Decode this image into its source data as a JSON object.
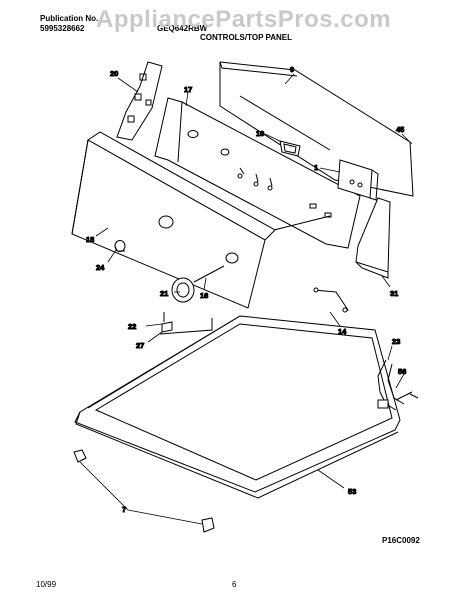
{
  "header": {
    "publication_label": "Publication No.",
    "publication_number": "5995328662",
    "model": "GEQ642RBW",
    "section_title": "CONTROLS/TOP PANEL"
  },
  "watermark": "AppliancePartsPros.com",
  "diagram_code": "P16C0092",
  "footer": {
    "date": "10/99",
    "page": "6"
  },
  "parts": {
    "p1": "1",
    "p7": "7",
    "p9": "9",
    "p10": "10",
    "p14": "14",
    "p16": "16",
    "p17": "17",
    "p18": "18",
    "p20": "20",
    "p21": "21",
    "p22": "22",
    "p23": "23",
    "p24": "24",
    "p27": "27",
    "p31": "31",
    "p45": "45",
    "p53": "53",
    "p56": "56"
  }
}
